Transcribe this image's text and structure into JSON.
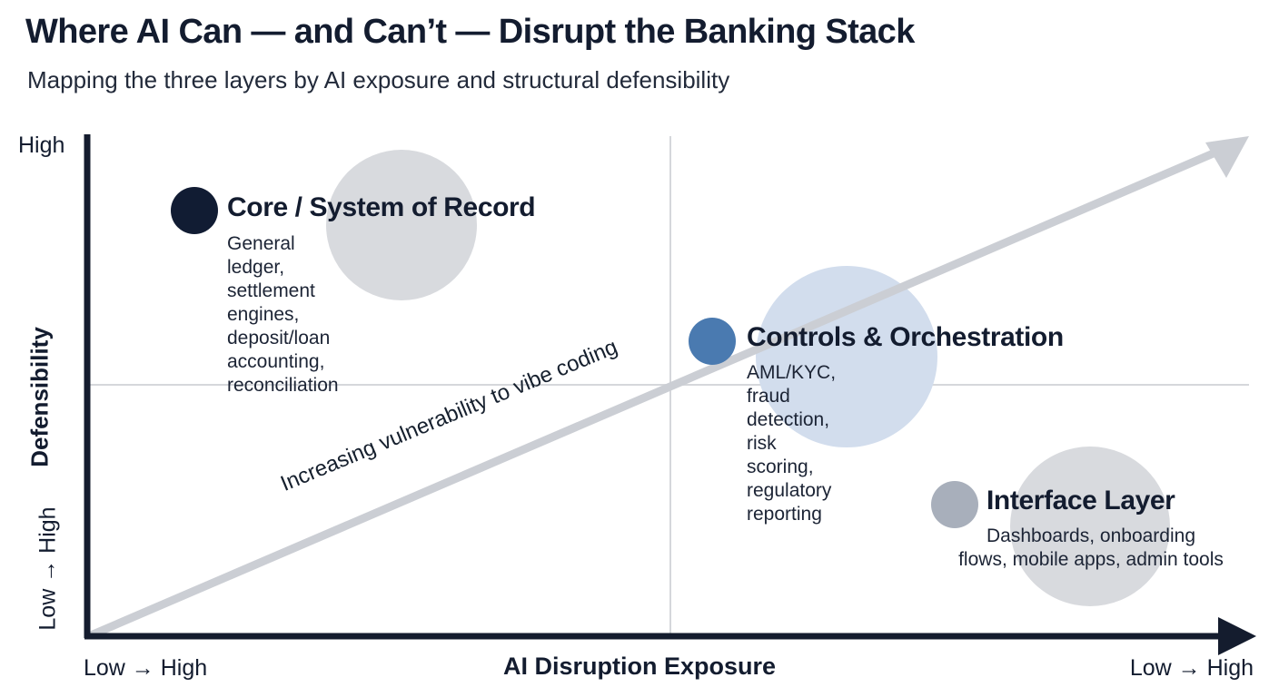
{
  "header": {
    "title": "Where AI Can — and Can’t — Disrupt the Banking Stack",
    "subtitle": "Mapping the three layers by AI exposure and structural defensibility"
  },
  "axes": {
    "x_title": "AI Disruption Exposure",
    "x_range_left": "Low → High",
    "x_range_right": "Low → High",
    "y_title": "Defensibility",
    "y_top_label": "High",
    "y_range": "Low → High"
  },
  "annotation": {
    "diagonal": "Increasing vulnerability to vibe coding"
  },
  "colors": {
    "axis": "#141c2e",
    "gridline": "#d5d7db",
    "arrow_gray": "#cbced4",
    "core_dot": "#111c33",
    "core_bubble": "#d8dade",
    "controls_dot": "#4a7ab0",
    "controls_bubble": "#d2dded",
    "interface_dot": "#a8afbb",
    "interface_bubble": "#d8dade",
    "text": "#131c2f"
  },
  "chart_data": {
    "type": "scatter",
    "title": "Where AI Can — and Can’t — Disrupt the Banking Stack",
    "subtitle": "Mapping the three layers by AI exposure and structural defensibility",
    "xlabel": "AI Disruption Exposure",
    "ylabel": "Defensibility",
    "xlim": [
      0,
      100
    ],
    "ylim": [
      0,
      100
    ],
    "grid": true,
    "legend": "none",
    "gridlines": {
      "x": [
        52
      ],
      "y": [
        50
      ]
    },
    "points": [
      {
        "name": "Core / System of Record",
        "description": "General ledger, settlement engines,\ndeposit/loan accounting, reconciliation",
        "x": 16,
        "y": 82,
        "bubble_size": 166,
        "dot_color": "#111c33",
        "bubble_color": "#d8dade"
      },
      {
        "name": "Controls & Orchestration",
        "description": "AML/KYC, fraud detection,\nrisk scoring, regulatory reporting",
        "x": 53,
        "y": 59,
        "bubble_size": 200,
        "dot_color": "#4a7ab0",
        "bubble_color": "#d2dded"
      },
      {
        "name": "Interface Layer",
        "description": "Dashboards, onboarding\nflows, mobile apps, admin tools",
        "x": 74,
        "y": 26,
        "bubble_size": 176,
        "dot_color": "#a8afbb",
        "bubble_color": "#d8dade"
      }
    ],
    "annotations": [
      {
        "text": "Increasing vulnerability to vibe coding",
        "from": [
          0,
          0
        ],
        "to": [
          100,
          100
        ]
      }
    ]
  }
}
